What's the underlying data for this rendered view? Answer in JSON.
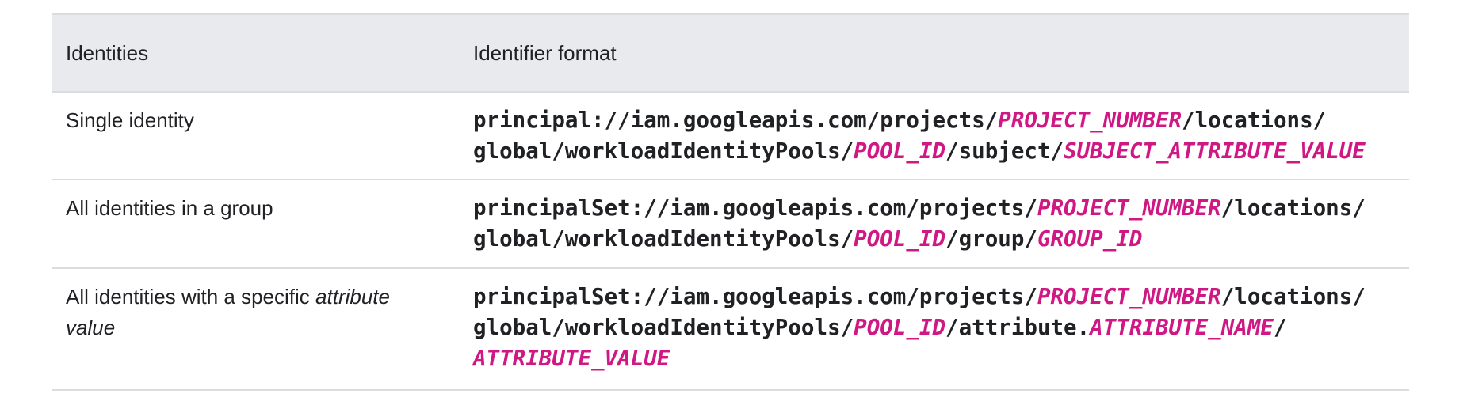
{
  "table": {
    "headers": [
      "Identities",
      "Identifier format"
    ],
    "accent_color": "#d01884",
    "header_bg": "#e8eaed",
    "rows": [
      {
        "identity": {
          "text": "Single identity",
          "italic": ""
        },
        "format_lines": [
          [
            {
              "t": "principal://iam.googleapis.com/projects/",
              "var": false
            },
            {
              "t": "PROJECT_NUMBER",
              "var": true
            },
            {
              "t": "/locations/",
              "var": false
            }
          ],
          [
            {
              "t": "global/workloadIdentityPools/",
              "var": false
            },
            {
              "t": "POOL_ID",
              "var": true
            },
            {
              "t": "/subject/",
              "var": false
            },
            {
              "t": "SUBJECT_ATTRIBUTE_VALUE",
              "var": true
            }
          ]
        ]
      },
      {
        "identity": {
          "text": "All identities in a group",
          "italic": ""
        },
        "format_lines": [
          [
            {
              "t": "principalSet://iam.googleapis.com/projects/",
              "var": false
            },
            {
              "t": "PROJECT_NUMBER",
              "var": true
            },
            {
              "t": "/locations/",
              "var": false
            }
          ],
          [
            {
              "t": "global/workloadIdentityPools/",
              "var": false
            },
            {
              "t": "POOL_ID",
              "var": true
            },
            {
              "t": "/group/",
              "var": false
            },
            {
              "t": "GROUP_ID",
              "var": true
            }
          ]
        ]
      },
      {
        "identity": {
          "text": "All identities with a specific ",
          "italic": "attribute value"
        },
        "format_lines": [
          [
            {
              "t": "principalSet://iam.googleapis.com/projects/",
              "var": false
            },
            {
              "t": "PROJECT_NUMBER",
              "var": true
            },
            {
              "t": "/locations/",
              "var": false
            }
          ],
          [
            {
              "t": "global/workloadIdentityPools/",
              "var": false
            },
            {
              "t": "POOL_ID",
              "var": true
            },
            {
              "t": "/attribute.",
              "var": false
            },
            {
              "t": "ATTRIBUTE_NAME",
              "var": true
            },
            {
              "t": "/",
              "var": false
            }
          ],
          [
            {
              "t": "ATTRIBUTE_VALUE",
              "var": true
            }
          ]
        ]
      }
    ]
  }
}
